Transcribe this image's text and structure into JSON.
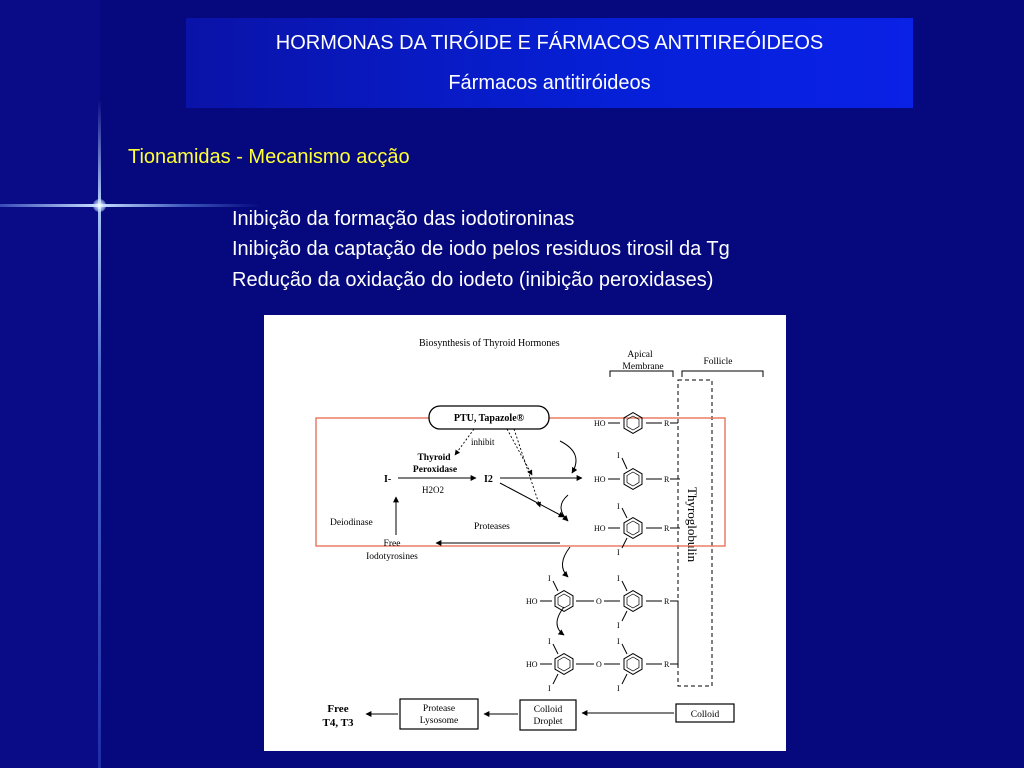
{
  "slide": {
    "title_line1": "HORMONAS DA TIRÓIDE E FÁRMACOS ANTITIREÓIDEOS",
    "title_line2": "Fármacos antitiróideos",
    "subheading": "Tionamidas - Mecanismo acção",
    "bullets": [
      "Inibição da formação das iodotironinas",
      "Inibição da captação de iodo pelos residuos tirosil da Tg",
      "Redução da oxidação do iodeto (inibição peroxidases)"
    ]
  },
  "diagram": {
    "title": "Biosynthesis of Thyroid Hormones",
    "apical_line1": "Apical",
    "apical_line2": "Membrane",
    "follicle": "Follicle",
    "drug": "PTU, Tapazole®",
    "inhibit": "inhibit",
    "enzyme_line1": "Thyroid",
    "enzyme_line2": "Peroxidase",
    "iodide": "I-",
    "iodine": "I2",
    "h2o2": "H2O2",
    "deiodinase": "Deiodinase",
    "proteases": "Proteases",
    "free_iodo_line1": "Free",
    "free_iodo_line2": "Iodotyrosines",
    "thyroglobulin": "Thyroglobulin",
    "colloid": "Colloid",
    "colloid_droplet_line1": "Colloid",
    "colloid_droplet_line2": "Droplet",
    "protease_lyso_line1": "Protease",
    "protease_lyso_line2": "Lysosome",
    "free_t_line1": "Free",
    "free_t_line2": "T4, T3",
    "ho": "HO",
    "r": "R",
    "i": "I",
    "o": "O"
  },
  "colors": {
    "background": "#06097e",
    "title_box": "#0620d8",
    "subheading": "#ffff33",
    "text": "#ffffff",
    "highlight_rect": "#e8735a"
  }
}
